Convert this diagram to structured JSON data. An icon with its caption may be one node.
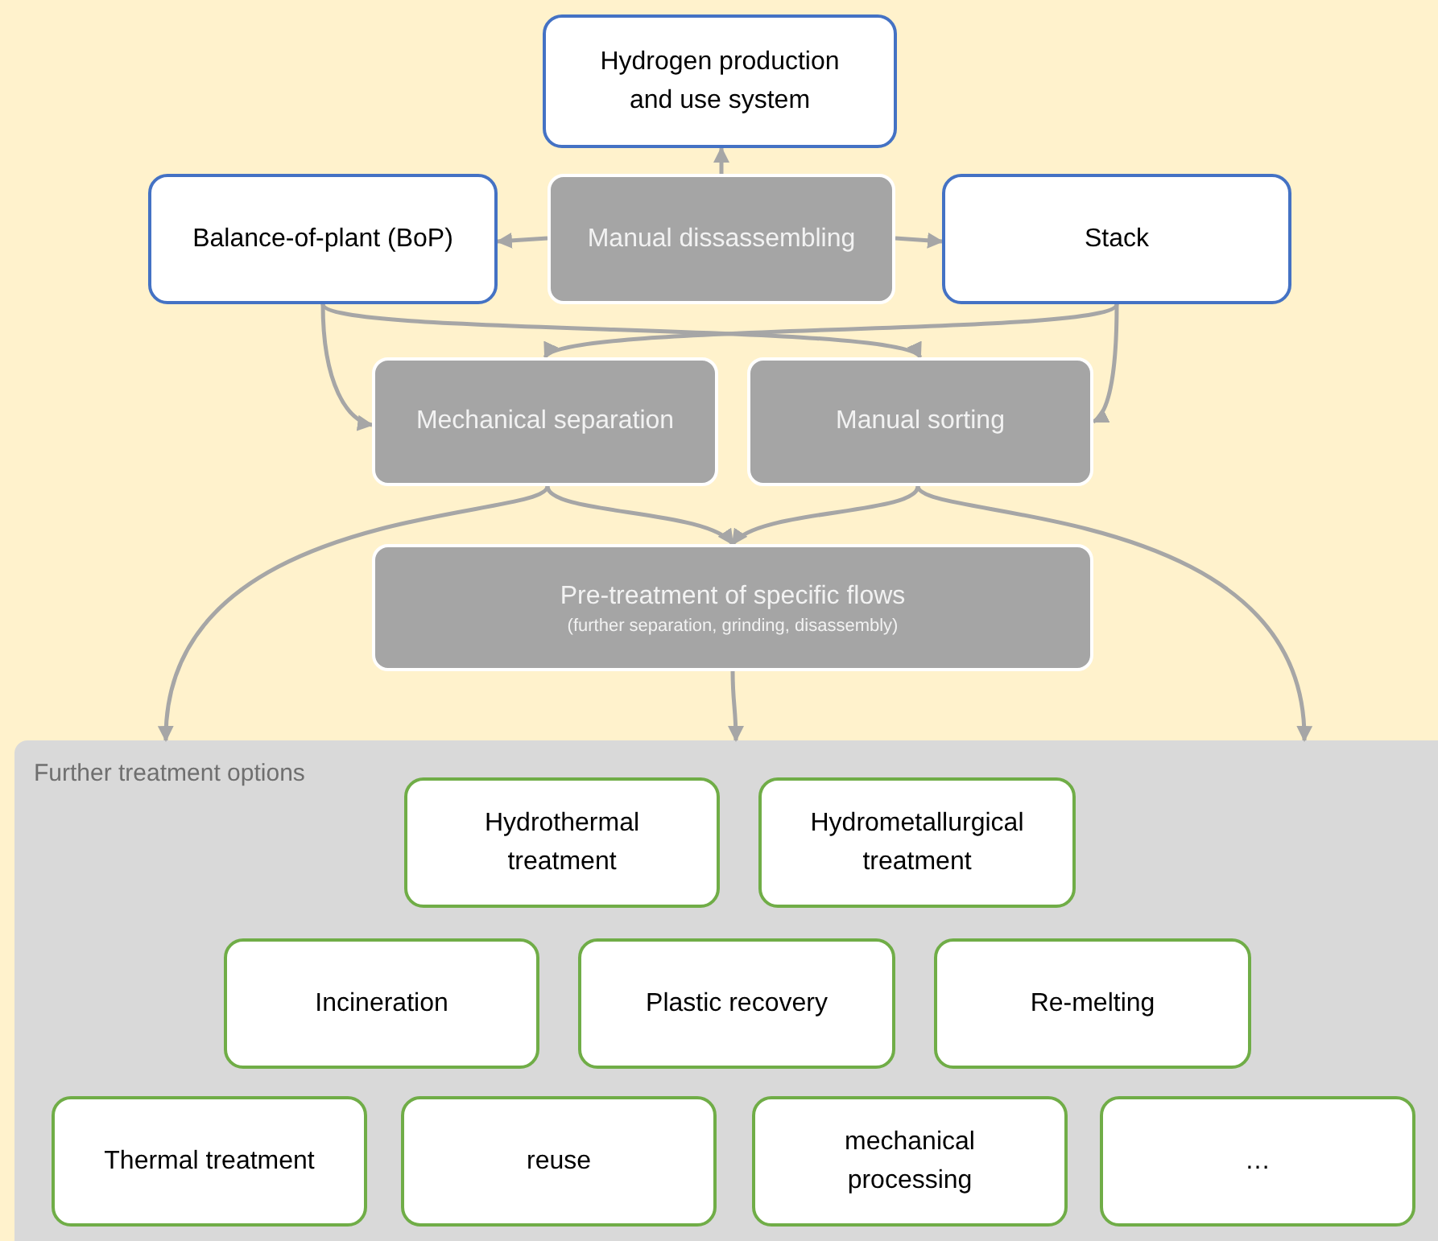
{
  "diagram": {
    "nodes": [
      {
        "text": [
          "Hydrogen production and use system"
        ]
      },
      {
        "text": [
          "Balance-of-plant (BoP)"
        ]
      },
      {
        "text": [
          "Manual dissassembling"
        ]
      },
      {
        "text": [
          "Stack"
        ]
      },
      {
        "text": [
          "Mechanical separation"
        ]
      },
      {
        "text": [
          "Manual sorting"
        ]
      },
      {
        "text": [
          "Pre-treatment of specific flows",
          "(further separation, grinding, disassembly)"
        ]
      },
      {
        "text": [
          "Further treatment options"
        ]
      },
      {
        "text": [
          "Hydrothermal treatment"
        ],
        "in": 7
      },
      {
        "text": [
          "Hydrometallurgical treatment"
        ],
        "in": 7
      },
      {
        "text": [
          "Incineration"
        ],
        "in": 7
      },
      {
        "text": [
          "Plastic recovery"
        ],
        "in": 7
      },
      {
        "text": [
          "Re-melting"
        ],
        "in": 7
      },
      {
        "text": [
          "Thermal treatment"
        ],
        "in": 7
      },
      {
        "text": [
          "reuse"
        ],
        "in": 7
      },
      {
        "text": [
          "mechanical processing"
        ],
        "in": 7
      },
      {
        "text": [
          "…"
        ],
        "in": 7
      }
    ],
    "edges": [
      {
        "from": 2,
        "to": 0,
        "arrow": "to"
      },
      {
        "from": 2,
        "to": 1,
        "arrow": "to"
      },
      {
        "from": 2,
        "to": 3,
        "arrow": "to"
      },
      {
        "from": 1,
        "to": 4,
        "arrow": "to"
      },
      {
        "from": 1,
        "to": 5,
        "arrow": "to"
      },
      {
        "from": 3,
        "to": 4,
        "arrow": "to"
      },
      {
        "from": 3,
        "to": 5,
        "arrow": "to"
      },
      {
        "from": 4,
        "to": 6,
        "arrow": "to"
      },
      {
        "from": 5,
        "to": 6,
        "arrow": "to"
      },
      {
        "from": 4,
        "to": 7,
        "arrow": "to"
      },
      {
        "from": 6,
        "to": 7,
        "arrow": "to"
      },
      {
        "from": 5,
        "to": 7,
        "arrow": "to"
      }
    ]
  }
}
